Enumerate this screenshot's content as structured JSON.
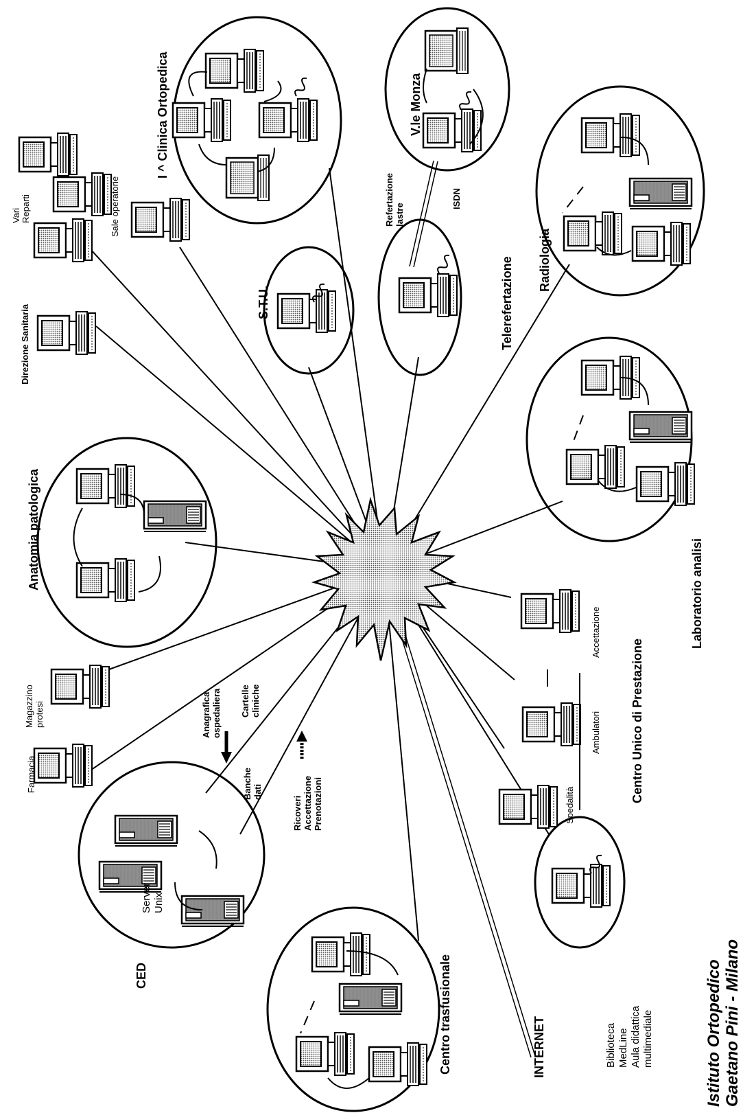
{
  "hub": {
    "name": "network-hub"
  },
  "labels": {
    "farmacia": "Farmacia",
    "magazzino_1": "Magazzino",
    "magazzino_2": "protesi",
    "anatomia": "Anatomia patologica",
    "direzione": "Direzione Sanitaria",
    "vari_1": "Vari",
    "vari_2": "Reparti",
    "sale": "Sale  operatorie",
    "clinica": "I ^ Clinica Ortopedica",
    "stu": "S.T.U.",
    "refertazione_1": "Refertazione",
    "refertazione_2": "lastre",
    "isdn": "ISDN",
    "monza": "V.le Monza",
    "telerefertazione": "Telerefertazione",
    "radiologia": "Radiologia",
    "laboratorio": "Laboratorio analisi",
    "cup_title": "Centro Unico di Prestazione",
    "accettazione": "Accettazione",
    "ambulatori": "Ambulatori",
    "spedalita": "Spedalità",
    "anagrafica_1": "Anagrafica",
    "anagrafica_2": "ospedaliera",
    "cartelle_1": "Cartelle",
    "cartelle_2": "cliniche",
    "banche_1": "Banche",
    "banche_2": "dati",
    "ricoveri_1": "Ricoveri",
    "ricoveri_2": "Accettazione",
    "ricoveri_3": "Prenotazioni",
    "ced": "CED",
    "server_1": "Server",
    "server_2": "Unix",
    "centro_trasf": "Centro trasfusionale",
    "internet": "INTERNET",
    "biblio_1": "Biblioteca",
    "biblio_2": "MedLine",
    "biblio_3": "Aula didattica",
    "biblio_4": "multimediale",
    "institute_1": "Istituto  Ortopedico",
    "institute_2": "Gaetano Pini - Milano"
  }
}
